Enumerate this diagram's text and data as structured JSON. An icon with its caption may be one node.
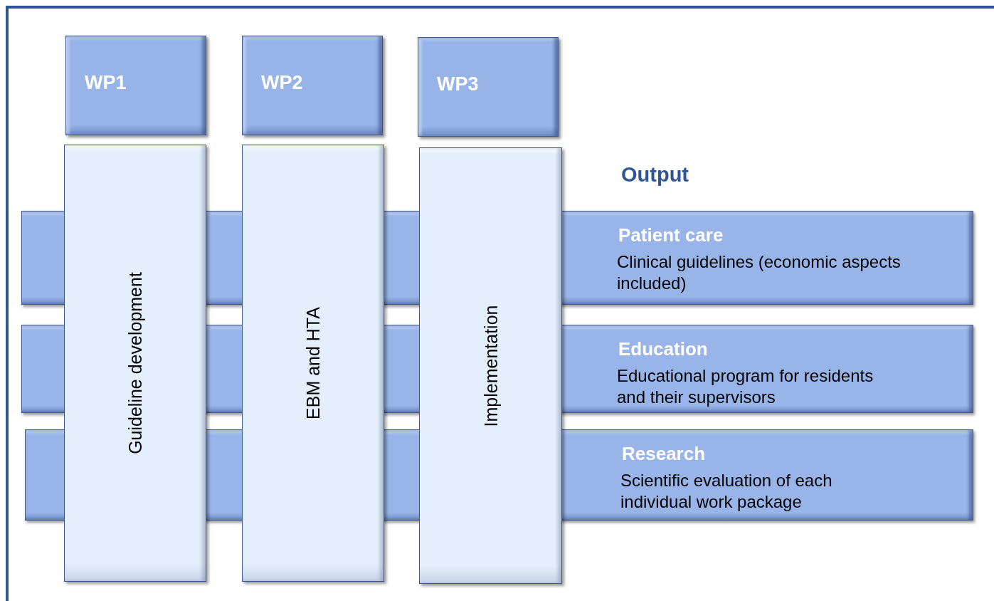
{
  "diagram": {
    "nodes": [
      {
        "text": [
          "WP1"
        ]
      },
      {
        "text": [
          "WP2"
        ]
      },
      {
        "text": [
          "WP3"
        ]
      },
      {
        "text": [
          "Guideline development"
        ]
      },
      {
        "text": [
          "EBM and HTA"
        ]
      },
      {
        "text": [
          "Implementation"
        ]
      },
      {
        "text": [
          "Patient care",
          "Clinical guidelines (economic aspects included)"
        ]
      },
      {
        "text": [
          "Education",
          "Educational program for residents and their supervisors"
        ]
      },
      {
        "text": [
          "Research",
          "Scientific evaluation of each individual work package"
        ]
      }
    ],
    "labels": [
      "Output"
    ]
  }
}
